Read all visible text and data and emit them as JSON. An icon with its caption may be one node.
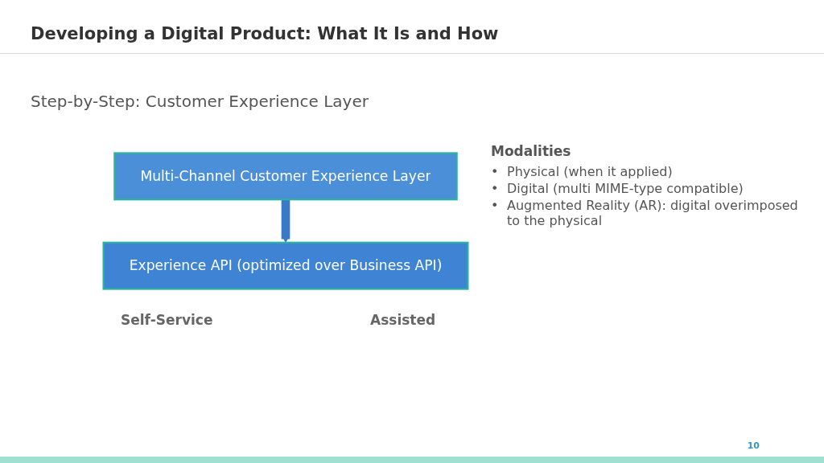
{
  "diagram": {
    "title": "Developing a Digital Product: What It Is and How",
    "nodes": [
      {
        "text": [
          "Multi-Channel Customer Experience Layer"
        ]
      },
      {
        "text": [
          "Experience API (optimized over Business API)"
        ]
      }
    ],
    "edges": [
      {
        "from": 0,
        "to": 1,
        "arrow": "to"
      }
    ],
    "labels": [
      "Step-by-Step: Customer Experience Layer",
      "Modalities",
      "•",
      "Physical (when it applied)",
      "•",
      "Digital (multi MIME-type compatible)",
      "•",
      "Augmented Reality (AR): digital overimposed to the physical",
      "Self-Service",
      "Assisted",
      "10"
    ]
  }
}
